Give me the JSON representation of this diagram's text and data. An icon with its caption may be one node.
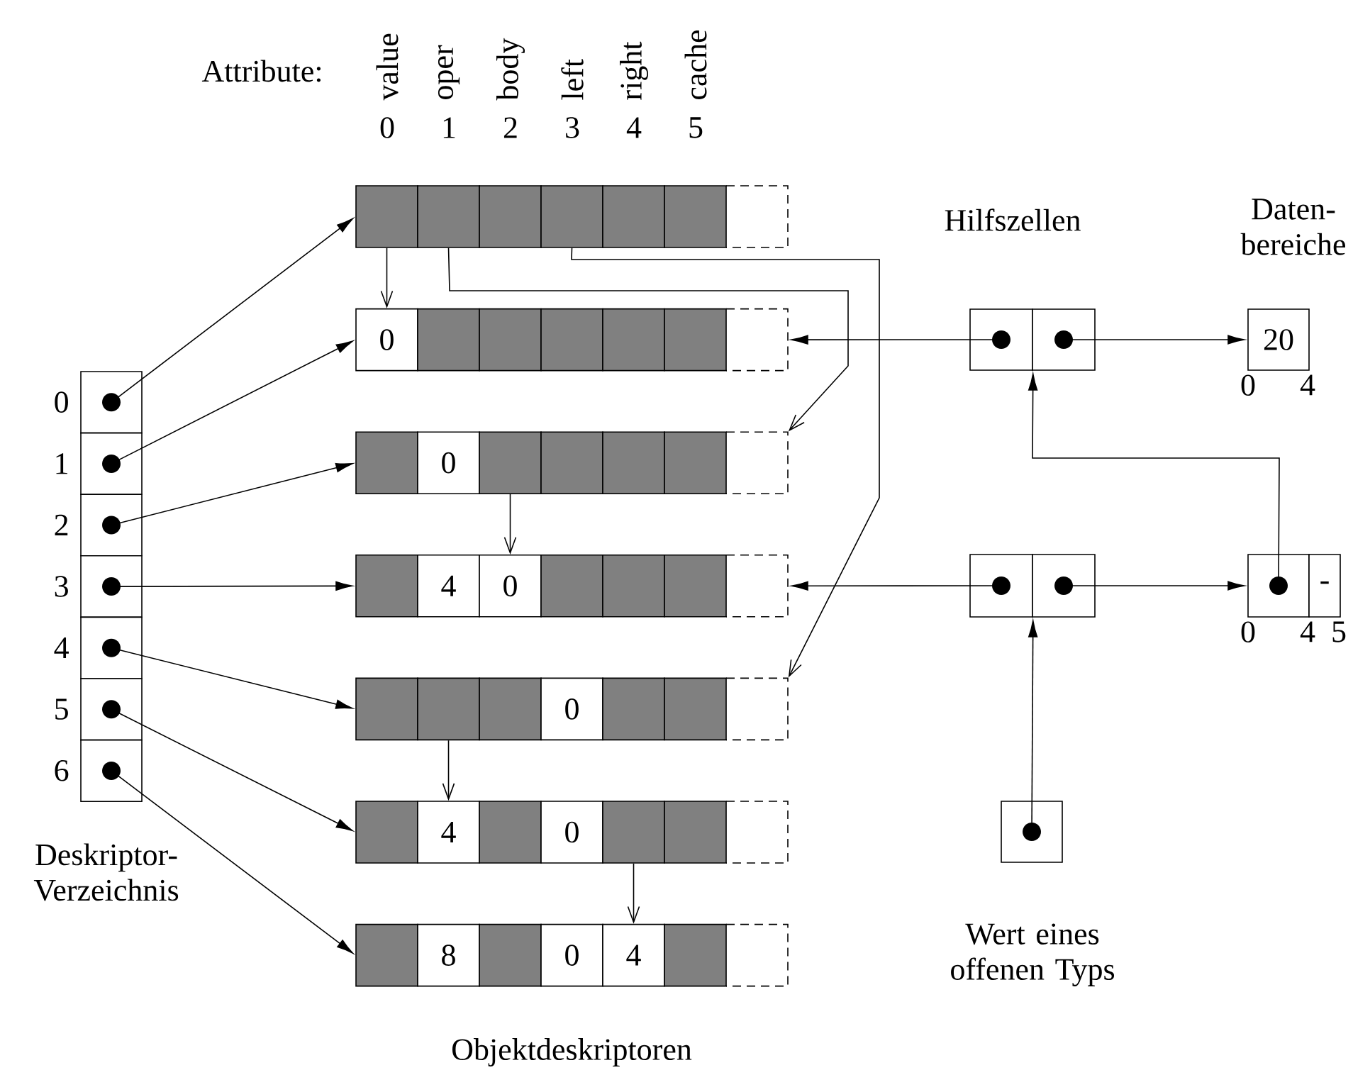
{
  "diagram": {
    "nodes": [
      {
        "text": [],
        "shape": "box",
        "beside": [
          "0"
        ]
      },
      {
        "text": [],
        "shape": "box",
        "beside": [
          "1"
        ]
      },
      {
        "text": [],
        "shape": "box",
        "beside": [
          "2"
        ]
      },
      {
        "text": [],
        "shape": "box",
        "beside": [
          "3"
        ]
      },
      {
        "text": [],
        "shape": "box",
        "beside": [
          "4"
        ]
      },
      {
        "text": [],
        "shape": "box",
        "beside": [
          "5"
        ]
      },
      {
        "text": [],
        "shape": "box",
        "beside": [
          "6"
        ]
      },
      {
        "text": [],
        "shape": "box"
      },
      {
        "text": [],
        "shape": "box"
      },
      {
        "text": [],
        "shape": "box"
      },
      {
        "text": [],
        "shape": "box"
      },
      {
        "text": [],
        "shape": "box"
      },
      {
        "text": [],
        "shape": "box"
      },
      {
        "text": [],
        "shape": "box"
      },
      {
        "text": [
          "0"
        ]
      },
      {
        "text": [],
        "shape": "box"
      },
      {
        "text": [],
        "shape": "box"
      },
      {
        "text": [],
        "shape": "box"
      },
      {
        "text": [],
        "shape": "box"
      },
      {
        "text": [],
        "shape": "box"
      },
      {
        "text": [],
        "shape": "box"
      },
      {
        "text": [],
        "shape": "box"
      },
      {
        "text": [
          "0"
        ]
      },
      {
        "text": [],
        "shape": "box"
      },
      {
        "text": [],
        "shape": "box"
      },
      {
        "text": [],
        "shape": "box"
      },
      {
        "text": [],
        "shape": "box"
      },
      {
        "text": [],
        "shape": "box"
      },
      {
        "text": [],
        "shape": "box"
      },
      {
        "text": [
          "4"
        ]
      },
      {
        "text": [
          "0"
        ]
      },
      {
        "text": [],
        "shape": "box"
      },
      {
        "text": [],
        "shape": "box"
      },
      {
        "text": [],
        "shape": "box"
      },
      {
        "text": [],
        "shape": "box"
      },
      {
        "text": [],
        "shape": "box"
      },
      {
        "text": [],
        "shape": "box"
      },
      {
        "text": [],
        "shape": "box"
      },
      {
        "text": [
          "0"
        ]
      },
      {
        "text": [],
        "shape": "box"
      },
      {
        "text": [],
        "shape": "box"
      },
      {
        "text": [],
        "shape": "box"
      },
      {
        "text": [],
        "shape": "box"
      },
      {
        "text": [
          "4"
        ]
      },
      {
        "text": [],
        "shape": "box"
      },
      {
        "text": [
          "0"
        ]
      },
      {
        "text": [],
        "shape": "box"
      },
      {
        "text": [],
        "shape": "box"
      },
      {
        "text": [],
        "shape": "box"
      },
      {
        "text": [],
        "shape": "box"
      },
      {
        "text": [
          "8"
        ]
      },
      {
        "text": [],
        "shape": "box"
      },
      {
        "text": [
          "0"
        ]
      },
      {
        "text": [
          "4"
        ]
      },
      {
        "text": [],
        "shape": "box"
      },
      {
        "text": [],
        "shape": "box"
      },
      {
        "text": [],
        "shape": "box"
      },
      {
        "text": [],
        "shape": "box"
      },
      {
        "text": [],
        "shape": "box"
      },
      {
        "text": [],
        "shape": "box"
      },
      {
        "text": [
          "20"
        ],
        "beside": [
          "0",
          "4"
        ]
      },
      {
        "text": [],
        "shape": "box",
        "beside": [
          "0"
        ]
      },
      {
        "text": [
          "-"
        ],
        "beside": [
          "4",
          "5"
        ]
      },
      {
        "text": [],
        "shape": "box",
        "beside": [
          "Wert eines offenen Typs"
        ]
      }
    ],
    "edges": [
      {
        "from": 0,
        "to": 7,
        "arrow": "to"
      },
      {
        "from": 1,
        "to": 14,
        "arrow": "to"
      },
      {
        "from": 2,
        "to": 21,
        "arrow": "to"
      },
      {
        "from": 3,
        "to": 28,
        "arrow": "to"
      },
      {
        "from": 4,
        "to": 35,
        "arrow": "to"
      },
      {
        "from": 5,
        "to": 42,
        "arrow": "to"
      },
      {
        "from": 6,
        "to": 49,
        "arrow": "to"
      },
      {
        "from": 7,
        "to": 14,
        "arrow": "to"
      },
      {
        "from": 8,
        "to": 27,
        "arrow": "to"
      },
      {
        "from": 10,
        "to": 41,
        "arrow": "to"
      },
      {
        "from": 23,
        "to": 30,
        "arrow": "to"
      },
      {
        "from": 36,
        "to": 43,
        "arrow": "to"
      },
      {
        "from": 46,
        "to": 53,
        "arrow": "to"
      },
      {
        "from": 56,
        "to": 20,
        "arrow": "to"
      },
      {
        "from": 57,
        "to": 60,
        "arrow": "to"
      },
      {
        "from": 58,
        "to": 34,
        "arrow": "to"
      },
      {
        "from": 59,
        "to": 61,
        "arrow": "to"
      },
      {
        "from": 61,
        "to": 56,
        "arrow": "to"
      },
      {
        "from": 63,
        "to": 58,
        "arrow": "to"
      }
    ],
    "labels": [
      "Attribute:",
      "value",
      "oper",
      "body",
      "left",
      "right",
      "cache",
      "0",
      "1",
      "2",
      "3",
      "4",
      "5",
      "Hilfszellen",
      "Daten- bereiche",
      "Deskriptor- Verzeichnis",
      "Objektdeskriptoren"
    ]
  }
}
